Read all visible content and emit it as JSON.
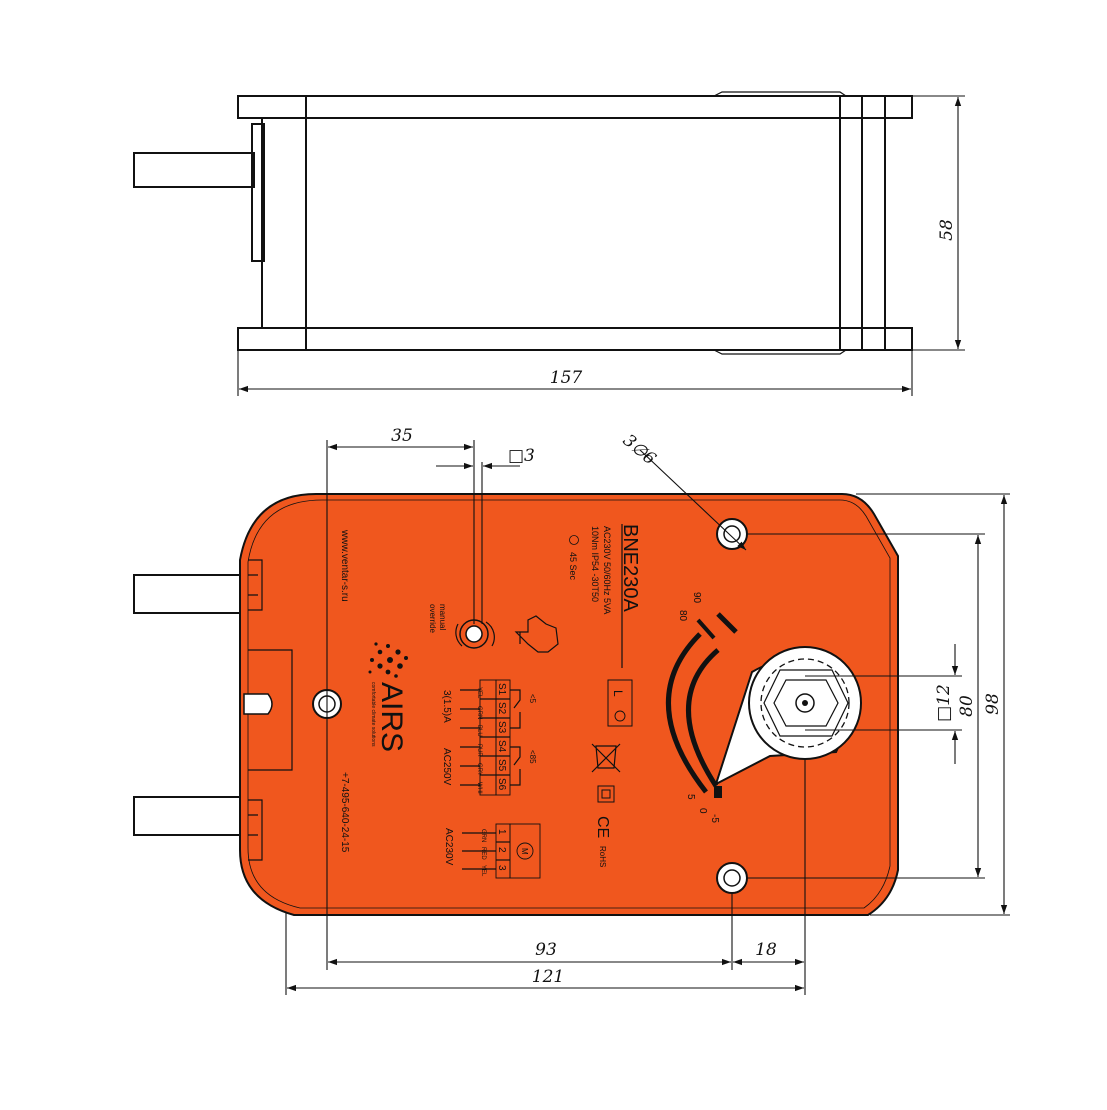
{
  "colors": {
    "housing": "#f0571e",
    "outline": "#111111",
    "background": "#ffffff"
  },
  "dimensions": {
    "top_height": "58",
    "top_length": "157",
    "shaft_offset": "35",
    "square": "□3",
    "holes": "3∅6",
    "square_12": "□12",
    "hole_spacing": "80",
    "height": "98",
    "dist_93": "93",
    "dist_18": "18",
    "width": "121"
  },
  "label": {
    "model": "BNE230A",
    "spec_1": "AC230V 50/60Hz 5VA",
    "spec_2": "10Nm IP54 -30T50",
    "spec_3": "45 Sec",
    "website": "www.ventar-s.ru",
    "phone": "+7-495-640-24-15",
    "brand": "AIRS",
    "brand_tagline": "comfortable climate solutions",
    "manual_1": "manual",
    "manual_2": "override",
    "rating": "3(1.5)A",
    "voltage_aux": "AC250V",
    "voltage_main": "AC230V",
    "switch_mode": "L",
    "aux_angle_1": "<5",
    "aux_angle_2": "<85",
    "ce_mark": "CE",
    "rohs_mark": "RoHS",
    "motor_symbol": "M"
  },
  "aux_wires": [
    {
      "color": "YEL",
      "terminal": "S1"
    },
    {
      "color": "GRN",
      "terminal": "S2"
    },
    {
      "color": "BLU",
      "terminal": "S3"
    },
    {
      "color": "PUR",
      "terminal": "S4"
    },
    {
      "color": "GRY",
      "terminal": "S5"
    },
    {
      "color": "WHI",
      "terminal": "S6"
    }
  ],
  "power_wires": [
    {
      "color": "GRN",
      "terminal": "1"
    },
    {
      "color": "RED",
      "terminal": "2"
    },
    {
      "color": "YEL",
      "terminal": "3"
    }
  ],
  "scale": {
    "mark_90": "90",
    "mark_80": "80",
    "mark_5": "5",
    "mark_0": "0",
    "mark_neg5": "-5"
  }
}
